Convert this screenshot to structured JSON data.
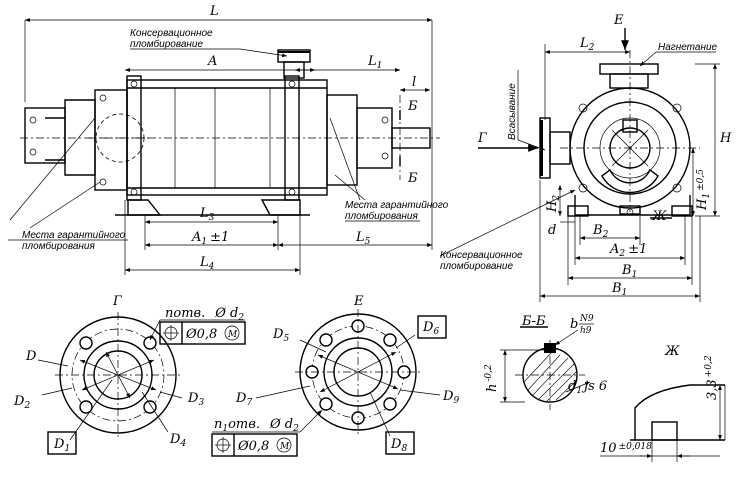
{
  "views": {
    "side": {
      "dim_L": "L",
      "dim_A": "A",
      "dim_L1": "L",
      "dim_L1_sub": "1",
      "dim_l": "l",
      "dim_L3": "L",
      "dim_L3_sub": "3",
      "dim_A1": "A",
      "dim_A1_sub": "1",
      "dim_A1_tol": "±1",
      "dim_L5": "L",
      "dim_L5_sub": "5",
      "dim_L4": "L",
      "dim_L4_sub": "4",
      "section_mark_top": "Б",
      "section_mark_bottom": "Б",
      "note_conservation": "Консервационное",
      "note_conservation_2": "пломбирование",
      "note_warranty_left": "Места гарантийного",
      "note_warranty_left_2": "пломбирования",
      "note_warranty_right": "Места гарантийного",
      "note_warranty_right_2": "пломбирования"
    },
    "front": {
      "view_mark": "Е",
      "dim_L2": "L",
      "dim_L2_sub": "2",
      "label_discharge": "Нагнетание",
      "label_suction": "Всасывание",
      "view_mark_g": "Г",
      "dim_H": "H",
      "dim_H1": "H",
      "dim_H1_sub": "1",
      "dim_H1_tol": "±0,5",
      "dim_H2": "H",
      "dim_H2_sub": "2",
      "dim_d": "d",
      "dim_B2": "B",
      "dim_B2_sub": "2",
      "dim_A2": "A",
      "dim_A2_sub": "2",
      "dim_A2_tol": "±1",
      "dim_B1": "B",
      "dim_B1_sub": "1",
      "dim_B": "B",
      "dim_B_sub": "1",
      "detail_mark": "Ж",
      "note_conservation": "Консервационное",
      "note_conservation_2": "пломбирование"
    },
    "flange_g": {
      "title": "Г",
      "holes_label": "потв.",
      "holes_dia": "Ø d",
      "holes_dia_sub": "2",
      "tol_pos": "Ø0,8",
      "tol_mod": "M",
      "D": "D",
      "D2": "D",
      "D2_sub": "2",
      "D1": "D",
      "D1_sub": "1",
      "D3": "D",
      "D3_sub": "3",
      "D4": "D",
      "D4_sub": "4"
    },
    "flange_e": {
      "title": "Е",
      "holes_label": "n",
      "holes_label_sub": "1",
      "holes_label_2": "отв.",
      "holes_dia": "Ø d",
      "holes_dia_sub": "2",
      "tol_pos": "Ø0,8",
      "tol_mod": "M",
      "D5": "D",
      "D5_sub": "5",
      "D6": "D",
      "D6_sub": "6",
      "D7": "D",
      "D7_sub": "7",
      "D8": "D",
      "D8_sub": "8",
      "D9": "D",
      "D9_sub": "9"
    },
    "section_bb": {
      "title": "Б-Б",
      "fit": "b",
      "fit_num": "N9",
      "fit_den": "h9",
      "dim_h": "h",
      "dim_h_tol": "-0,2",
      "dim_d1": "d",
      "dim_d1_sub": "1",
      "dim_d1_fit": "js 6"
    },
    "detail_zh": {
      "title": "Ж",
      "dim_height": "3,3",
      "dim_height_tol": "+0,2",
      "dim_width": "10",
      "dim_width_tol": "±0,018"
    }
  }
}
